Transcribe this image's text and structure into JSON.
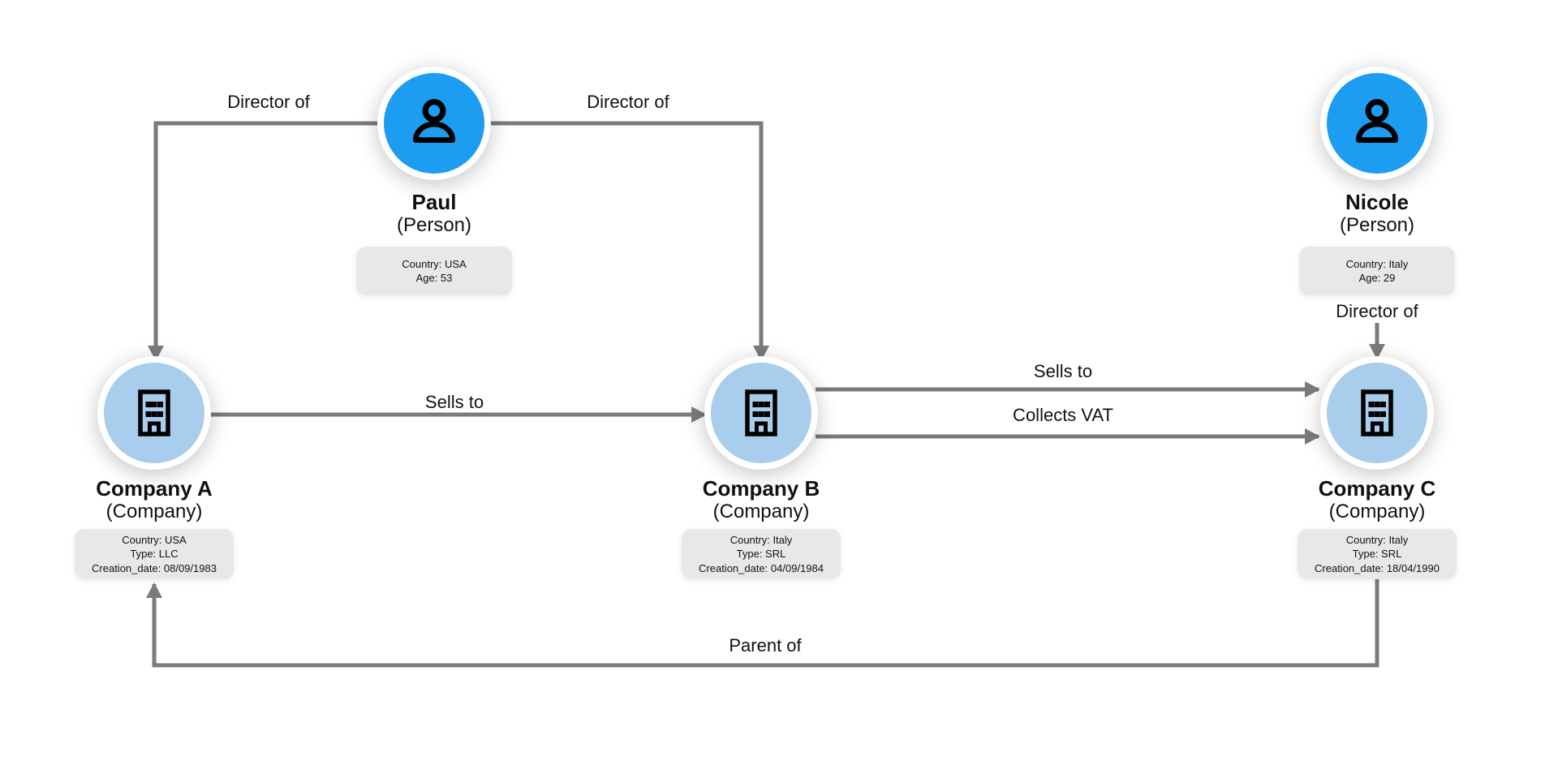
{
  "diagram": {
    "nodes": [
      {
        "id": "paul",
        "name": "Paul",
        "type": "(Person)",
        "icon": "person-icon",
        "attributes": [
          "Country: USA",
          "Age: 53"
        ]
      },
      {
        "id": "nicole",
        "name": "Nicole",
        "type": "(Person)",
        "icon": "person-icon",
        "attributes": [
          "Country: Italy",
          "Age: 29"
        ]
      },
      {
        "id": "company-a",
        "name": "Company A",
        "type": "(Company)",
        "icon": "building-icon",
        "attributes": [
          "Country: USA",
          "Type: LLC",
          "Creation_date: 08/09/1983"
        ]
      },
      {
        "id": "company-b",
        "name": "Company B",
        "type": "(Company)",
        "icon": "building-icon",
        "attributes": [
          "Country: Italy",
          "Type: SRL",
          "Creation_date: 04/09/1984"
        ]
      },
      {
        "id": "company-c",
        "name": "Company C",
        "type": "(Company)",
        "icon": "building-icon",
        "attributes": [
          "Country: Italy",
          "Type: SRL",
          "Creation_date: 18/04/1990"
        ]
      }
    ],
    "edges": [
      {
        "from": "Paul",
        "to": "Company A",
        "label": "Director of"
      },
      {
        "from": "Paul",
        "to": "Company B",
        "label": "Director of"
      },
      {
        "from": "Nicole",
        "to": "Company C",
        "label": "Director of"
      },
      {
        "from": "Company A",
        "to": "Company B",
        "label": "Sells to"
      },
      {
        "from": "Company B",
        "to": "Company C",
        "label": "Sells to"
      },
      {
        "from": "Company B",
        "to": "Company C",
        "label": "Collects VAT"
      },
      {
        "from": "Company C",
        "to": "Company A",
        "label": "Parent of"
      }
    ],
    "colors": {
      "person_fill": "#1C9DF2",
      "company_fill": "#A9CDEC",
      "edge": "#7B7B7B",
      "attribute_box": "#E8E8E8",
      "text": "#111111"
    }
  }
}
